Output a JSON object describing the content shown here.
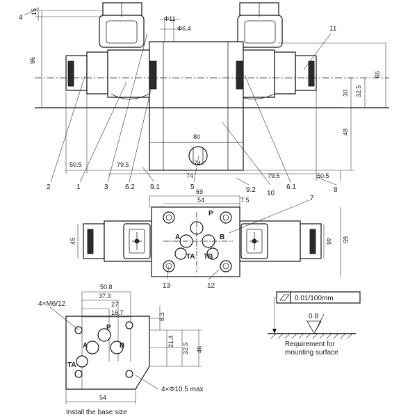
{
  "top_view": {
    "dims": {
      "d15": "15",
      "d96": "96",
      "d65": "65",
      "d30": "30",
      "d32_5": "32.5",
      "d48": "48",
      "d80": "80",
      "d74a": "74",
      "d74b": "74",
      "d50_5l": "50.5",
      "d79_5l": "79.5",
      "d79_5r": "79.5",
      "d50_5r": "50.5",
      "phi11": "Φ11",
      "phi6_4": "Φ6.4"
    },
    "callouts": {
      "c1": "1",
      "c2": "2",
      "c3": "3",
      "c4": "4",
      "c5": "5",
      "c6_1": "6.1",
      "c6_2": "6.2",
      "c8": "8",
      "c9_1": "9.1",
      "c9_2": "9.2",
      "c10": "10",
      "c11": "11"
    }
  },
  "mid_view": {
    "dims": {
      "d69": "69",
      "d54": "54",
      "d7_5": "7.5",
      "d45": "45",
      "d46": "46",
      "d65": "65"
    },
    "ports": {
      "p": "P",
      "a": "A",
      "b": "B",
      "ta": "TA",
      "tb": "TB"
    },
    "callouts": {
      "c7": "7",
      "c12": "12",
      "c13": "13"
    }
  },
  "base_view": {
    "dims": {
      "d50_8": "50.8",
      "d37_3": "37.3",
      "d27": "27",
      "d16_7": "16.7",
      "d6_3": "6.3",
      "d21_4": "21.4",
      "d32_5": "32.5",
      "d46": "46",
      "d54": "54"
    },
    "thread_note": "4×M6/12",
    "hole_note": "4×Φ10.5 max",
    "ports": {
      "p": "P",
      "a": "A",
      "b": "B",
      "ta": "TA"
    },
    "caption": "Install the base size"
  },
  "surface": {
    "flatness": "0.01/100mm",
    "roughness": "0.8",
    "caption_line1": "Requirement for",
    "caption_line2": "mounting surface"
  }
}
